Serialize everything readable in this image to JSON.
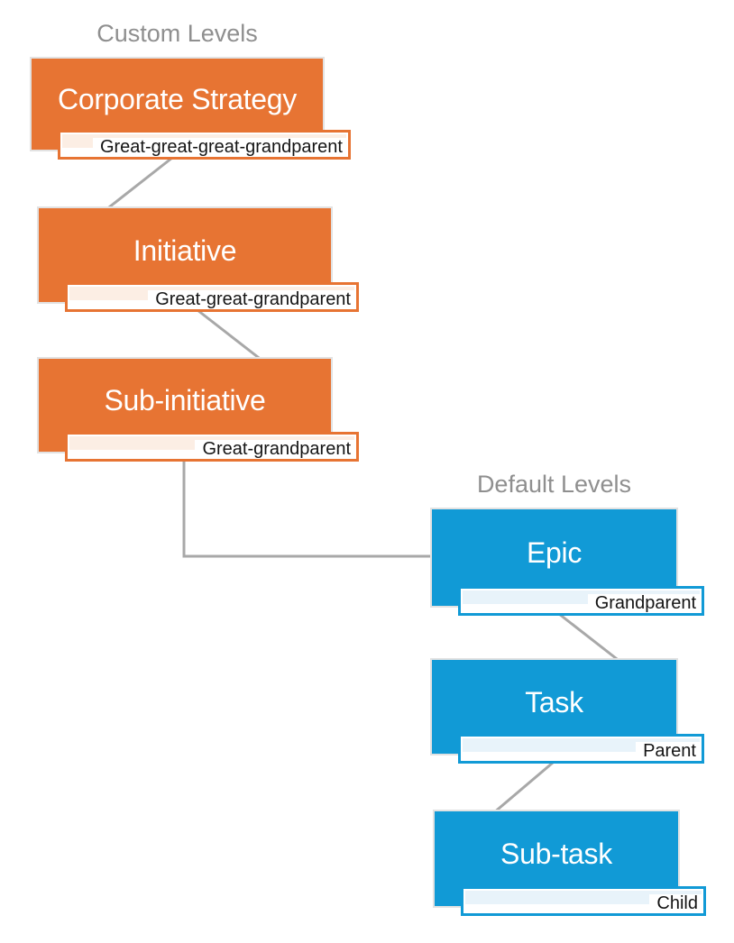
{
  "diagram": {
    "description": "Issue hierarchy diagram with custom and default levels"
  },
  "sections": [
    {
      "title": "Custom Levels",
      "accent": "#e77433",
      "accent_tint": "#fceee4",
      "nodes": [
        {
          "label": "Corporate Strategy",
          "tag": "Great-great-great-grandparent"
        },
        {
          "label": "Initiative",
          "tag": "Great-great-grandparent"
        },
        {
          "label": "Sub-initiative",
          "tag": "Great-grandparent"
        }
      ]
    },
    {
      "title": "Default Levels",
      "accent": "#119ad6",
      "accent_tint": "#e8f3fa",
      "nodes": [
        {
          "label": "Epic",
          "tag": "Grandparent"
        },
        {
          "label": "Task",
          "tag": "Parent"
        },
        {
          "label": "Sub-task",
          "tag": "Child"
        }
      ]
    }
  ],
  "colors": {
    "orange": "#e77433",
    "orange_tint": "#fceee4",
    "blue": "#119ad6",
    "blue_tint": "#e8f3fa",
    "line_gray": "#a8a8a8",
    "box_outline": "#e2e2e2",
    "title_gray": "#8f8f8f"
  }
}
